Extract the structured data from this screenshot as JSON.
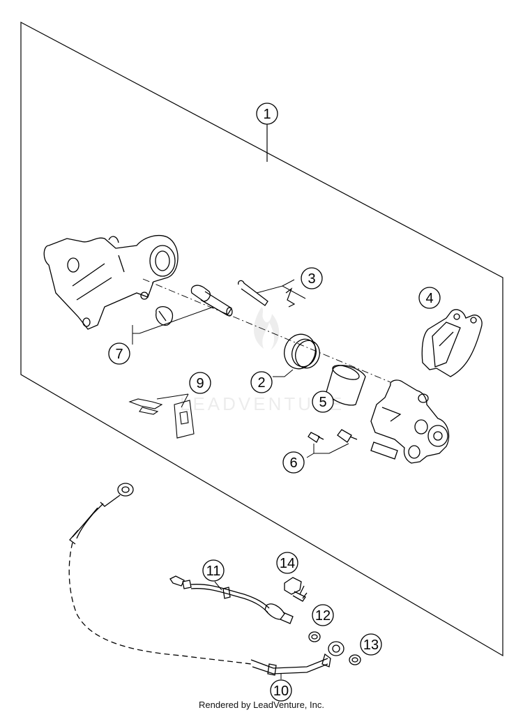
{
  "callouts": [
    {
      "id": "1",
      "label": "1"
    },
    {
      "id": "2",
      "label": "2"
    },
    {
      "id": "3",
      "label": "3"
    },
    {
      "id": "4",
      "label": "4"
    },
    {
      "id": "5",
      "label": "5"
    },
    {
      "id": "6",
      "label": "6"
    },
    {
      "id": "7",
      "label": "7"
    },
    {
      "id": "9",
      "label": "9"
    },
    {
      "id": "10",
      "label": "10"
    },
    {
      "id": "11",
      "label": "11"
    },
    {
      "id": "12",
      "label": "12"
    },
    {
      "id": "13",
      "label": "13"
    },
    {
      "id": "14",
      "label": "14"
    }
  ],
  "watermark": "LEADVENTURE",
  "footer": "Rendered by LeadVenture, Inc."
}
